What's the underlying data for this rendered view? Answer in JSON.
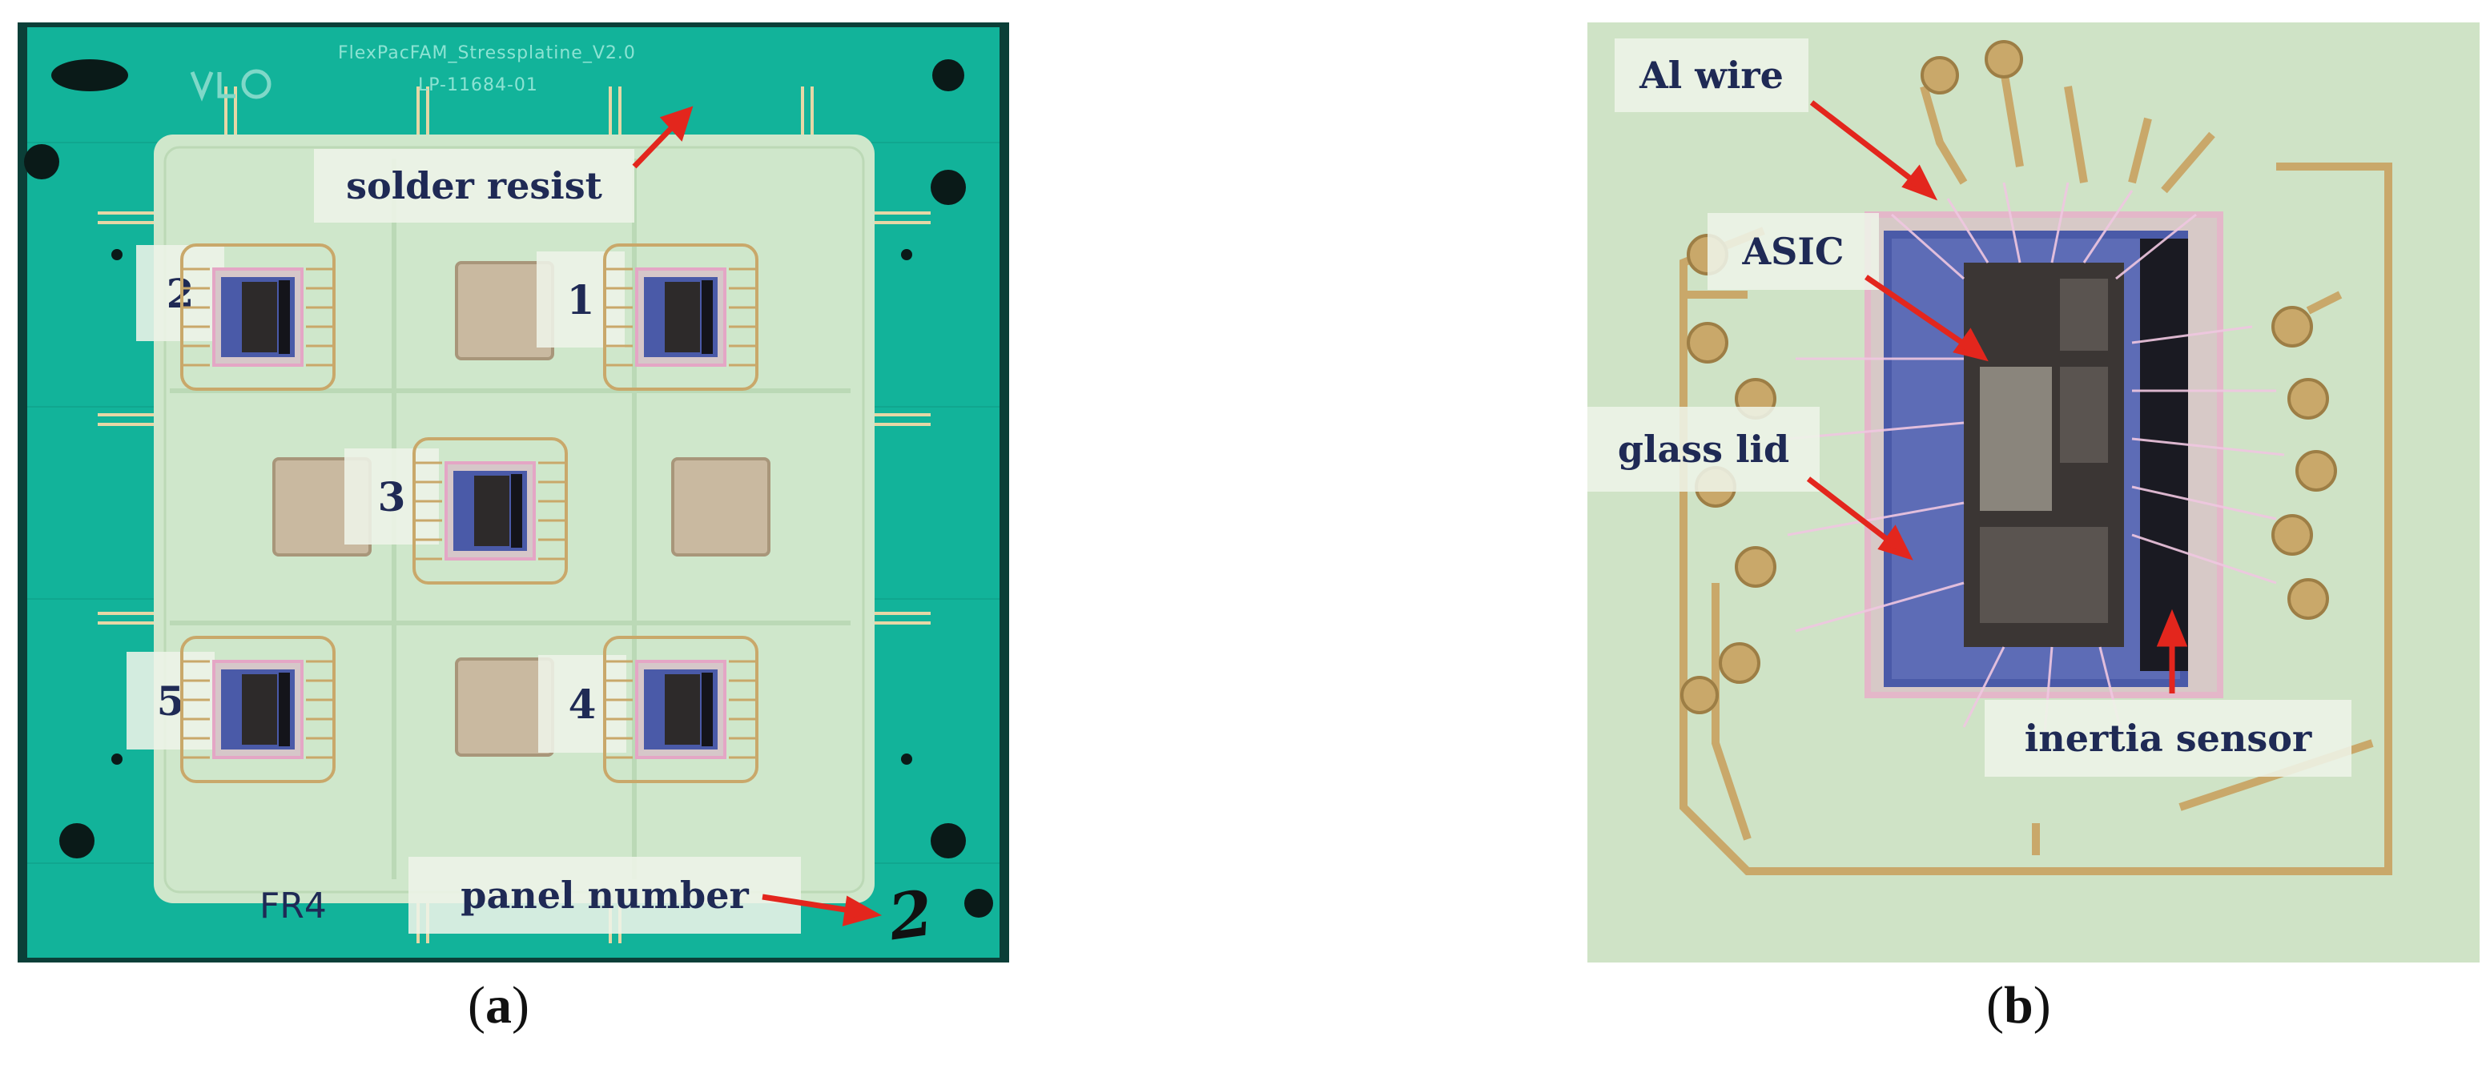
{
  "panel_a": {
    "pcb_title": "FlexPacFAM_Stressplatine_V2.0",
    "pcb_part": "LP-11684-01",
    "labels": {
      "solder_resist": "solder resist",
      "fr4": "FR4",
      "panel_number": "panel number",
      "handwritten": "2"
    },
    "chip_numbers": [
      "1",
      "2",
      "3",
      "4",
      "5"
    ],
    "colors": {
      "pcb_green": "#12b39a",
      "solder_area": "#cfe7cb",
      "arrow": "#e3261d",
      "label_text": "#1f2a55"
    }
  },
  "panel_b": {
    "labels": {
      "al_wire": "Al wire",
      "asic": "ASIC",
      "glass_lid": "glass lid",
      "inertia_sensor": "inertia sensor"
    },
    "colors": {
      "board": "#cfe3c6",
      "trace": "#c9a86a",
      "lid": "#4a5aa8",
      "arrow": "#e3261d"
    }
  },
  "captions": {
    "a": {
      "open": "(",
      "letter": "a",
      "close": ")"
    },
    "b": {
      "open": "(",
      "letter": "b",
      "close": ")"
    }
  }
}
